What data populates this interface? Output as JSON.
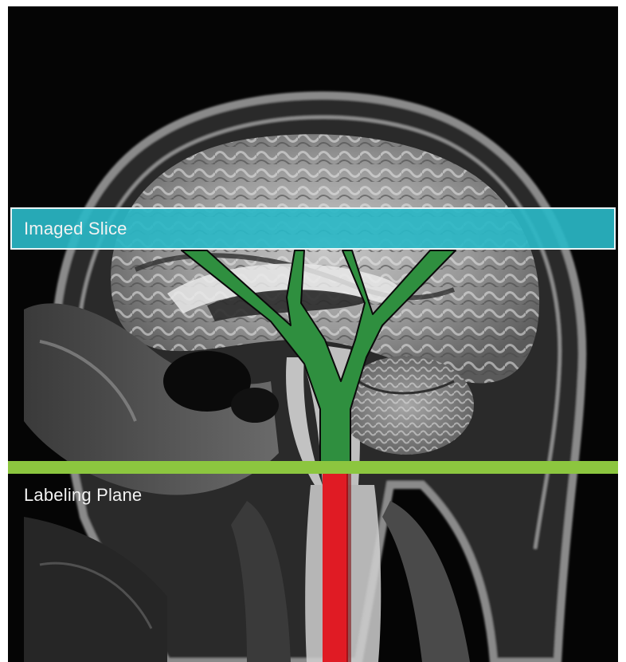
{
  "figure": {
    "imaged_slice_label": "Imaged Slice",
    "labeling_plane_label": "Labeling Plane"
  },
  "colors": {
    "background": "#050505",
    "imaged_slice_band": "#2ab7c6",
    "labeling_plane": "#8cc63f",
    "labeled_vessel": "#e01b24",
    "imaged_vessels": "#2f8f3f"
  },
  "icons": {
    "anatomy": "mri-sagittal-head",
    "vessels": "arterial-tree-diagram"
  }
}
